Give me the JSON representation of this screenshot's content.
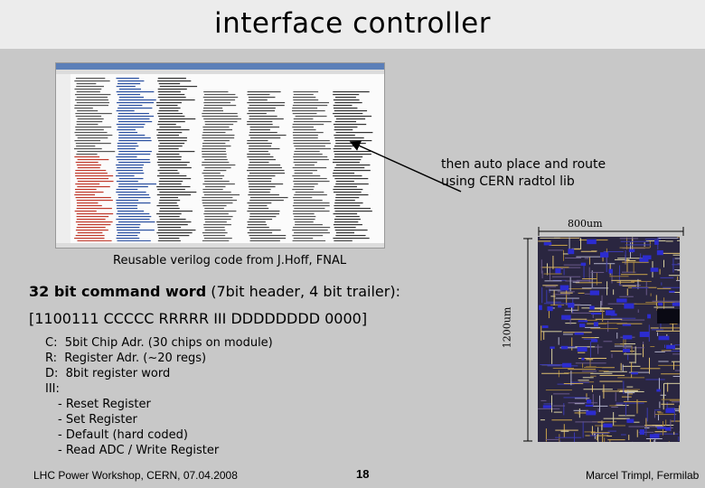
{
  "slide": {
    "title": "interface controller",
    "code_caption": "Reusable verilog code from J.Hoff, FNAL",
    "route_note_line1": "then auto place and route",
    "route_note_line2": "using CERN radtol lib",
    "width_label": "800um",
    "height_label": "1200um",
    "command_bold": "32 bit command word",
    "command_rest": " (7bit header, 4 bit trailer):",
    "bit_pattern": "[1100111 CCCCC RRRRR III DDDDDDDD 0000]",
    "definitions": [
      "C:  5bit Chip Adr. (30 chips on module)",
      "R:  Register Adr. (~20 regs)",
      "D:  8bit register word",
      "III:"
    ],
    "instructions": [
      "- Reset Register",
      "- Set Register",
      "- Default (hard coded)",
      "- Read ADC / Write Register"
    ],
    "footer_left": "LHC Power Workshop, CERN, 07.04.2008",
    "page_number": "18",
    "footer_right": "Marcel Trimpl, Fermilab"
  }
}
